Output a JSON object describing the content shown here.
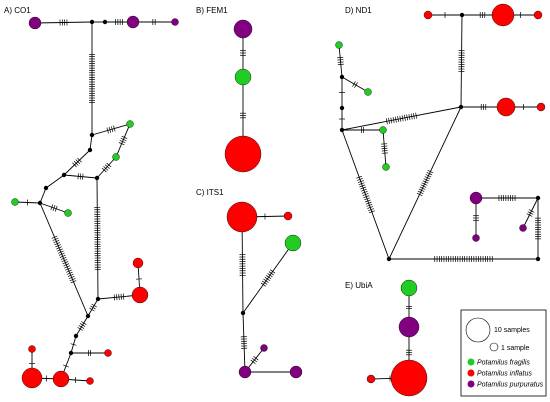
{
  "figure": {
    "panels": [
      {
        "id": "co1",
        "title": "A) CO1"
      },
      {
        "id": "fem1",
        "title": "B) FEM1"
      },
      {
        "id": "its1",
        "title": "C) ITS1"
      },
      {
        "id": "nd1",
        "title": "D) ND1"
      },
      {
        "id": "ubia",
        "title": "E) UbiA"
      }
    ],
    "colors": {
      "fragilis": "#22cc22",
      "inflatus": "#ff0000",
      "purpuratus": "#800080",
      "median": "#000000",
      "edge": "#000000"
    },
    "legend": {
      "size_large": "10 samples",
      "size_small": "1 sample",
      "species": [
        {
          "key": "fragilis",
          "label": "Potamilus fragilis"
        },
        {
          "key": "inflatus",
          "label": "Potamilus inflatus"
        },
        {
          "key": "purpuratus",
          "label": "Potamilus purpuratus"
        }
      ]
    }
  }
}
